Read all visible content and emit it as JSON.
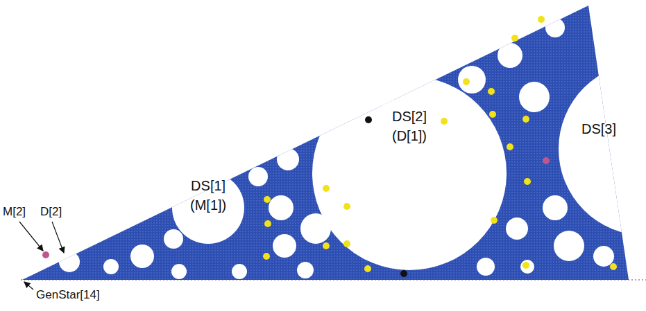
{
  "diagram": {
    "nodes": [
      {
        "text": [
          "DS[1]",
          "(M[1])"
        ]
      },
      {
        "text": [
          "DS[2]",
          "(D[1])"
        ]
      }
    ],
    "labels": [
      "DS[3]",
      "M[2]",
      "D[2]",
      "GenStar[14]"
    ]
  }
}
